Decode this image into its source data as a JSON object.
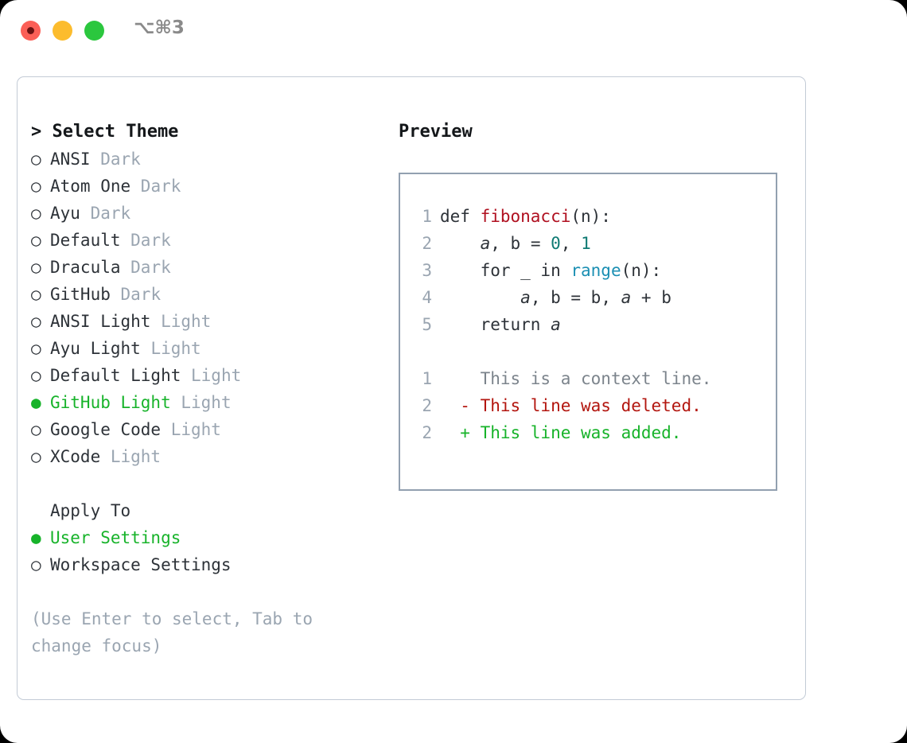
{
  "titlebar": {
    "shortcut": "⌥⌘3",
    "dots": [
      {
        "name": "close",
        "color": "#fb5f57"
      },
      {
        "name": "minimize",
        "color": "#fcbc2d"
      },
      {
        "name": "maximize",
        "color": "#2bc73e"
      }
    ]
  },
  "theme_picker": {
    "heading": "> Select Theme",
    "bullet_selected": "●",
    "bullet_unselected": "○",
    "items": [
      {
        "label": "ANSI",
        "variant": "Dark",
        "selected": false
      },
      {
        "label": "Atom One",
        "variant": "Dark",
        "selected": false
      },
      {
        "label": "Ayu",
        "variant": "Dark",
        "selected": false
      },
      {
        "label": "Default",
        "variant": "Dark",
        "selected": false
      },
      {
        "label": "Dracula",
        "variant": "Dark",
        "selected": false
      },
      {
        "label": "GitHub",
        "variant": "Dark",
        "selected": false
      },
      {
        "label": "ANSI Light",
        "variant": "Light",
        "selected": false
      },
      {
        "label": "Ayu Light",
        "variant": "Light",
        "selected": false
      },
      {
        "label": "Default Light",
        "variant": "Light",
        "selected": false
      },
      {
        "label": "GitHub Light",
        "variant": "Light",
        "selected": true
      },
      {
        "label": "Google Code",
        "variant": "Light",
        "selected": false
      },
      {
        "label": "XCode",
        "variant": "Light",
        "selected": false
      }
    ]
  },
  "apply_to": {
    "heading": "Apply To",
    "options": [
      {
        "label": "User Settings",
        "selected": true
      },
      {
        "label": "Workspace Settings",
        "selected": false
      }
    ]
  },
  "hint": "(Use Enter to select, Tab to change focus)",
  "preview": {
    "heading": "Preview",
    "code_lines": [
      {
        "num": "1",
        "tokens": [
          {
            "text": "def ",
            "type": "kw"
          },
          {
            "text": "fibonacci",
            "type": "fn"
          },
          {
            "text": "(n):",
            "type": "punct"
          }
        ]
      },
      {
        "num": "2",
        "tokens": [
          {
            "text": "    ",
            "type": "punct"
          },
          {
            "text": "a",
            "type": "var"
          },
          {
            "text": ", ",
            "type": "punct"
          },
          {
            "text": "b",
            "type": "kw"
          },
          {
            "text": " = ",
            "type": "punct"
          },
          {
            "text": "0",
            "type": "num"
          },
          {
            "text": ", ",
            "type": "punct"
          },
          {
            "text": "1",
            "type": "num"
          }
        ]
      },
      {
        "num": "3",
        "tokens": [
          {
            "text": "    for _ in ",
            "type": "kw"
          },
          {
            "text": "range",
            "type": "builtin"
          },
          {
            "text": "(n):",
            "type": "punct"
          }
        ]
      },
      {
        "num": "4",
        "tokens": [
          {
            "text": "        ",
            "type": "punct"
          },
          {
            "text": "a",
            "type": "var"
          },
          {
            "text": ", b = b, ",
            "type": "punct"
          },
          {
            "text": "a",
            "type": "var"
          },
          {
            "text": " + b",
            "type": "punct"
          }
        ]
      },
      {
        "num": "5",
        "tokens": [
          {
            "text": "    return ",
            "type": "kw"
          },
          {
            "text": "a",
            "type": "var"
          }
        ]
      }
    ],
    "diff_lines": [
      {
        "num": "1",
        "marker": "  ",
        "text": "This is a context line.",
        "kind": "ctx"
      },
      {
        "num": "2",
        "marker": "- ",
        "text": "This line was deleted.",
        "kind": "del"
      },
      {
        "num": "2",
        "marker": "+ ",
        "text": "This line was added.",
        "kind": "add"
      }
    ]
  }
}
